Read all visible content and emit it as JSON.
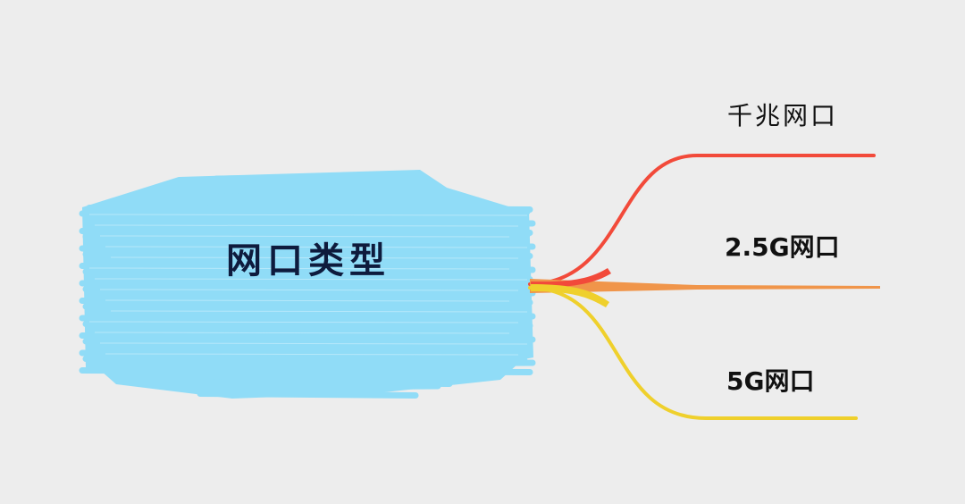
{
  "mindmap": {
    "central_topic": {
      "label": "网口类型",
      "fill_color": "#90dcf7",
      "text_color": "#0e1b3d"
    },
    "branches": [
      {
        "label": "千兆网口",
        "color": "#f24a3a"
      },
      {
        "label": "2.5G网口",
        "color": "#f0954a"
      },
      {
        "label": "5G网口",
        "color": "#efd02c"
      }
    ]
  }
}
